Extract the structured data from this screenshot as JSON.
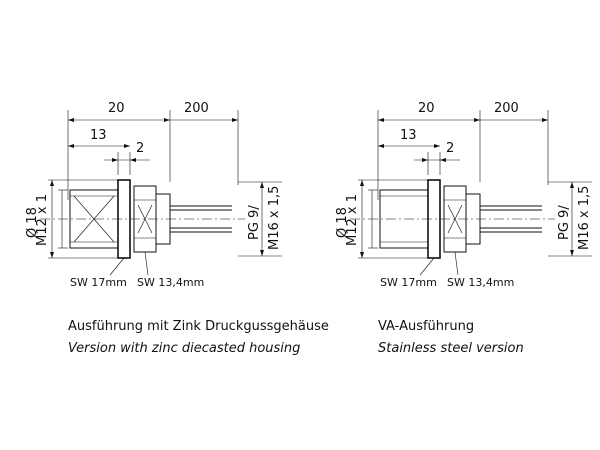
{
  "left": {
    "dims": {
      "overall": "20",
      "cable": "200",
      "front": "13",
      "flange": "2"
    },
    "left_dims": {
      "diameter": "Ø 18",
      "thread": "M12 x 1"
    },
    "right_dims": {
      "pg": "PG 9/",
      "m16": "M16 x 1,5"
    },
    "wrench": {
      "sw1": "SW 17mm",
      "sw2": "SW 13,4mm"
    },
    "caption_de": "Ausführung mit Zink Druckgussgehäuse",
    "caption_en": "Version with zinc diecasted housing"
  },
  "right": {
    "dims": {
      "overall": "20",
      "cable": "200",
      "front": "13",
      "flange": "2"
    },
    "left_dims": {
      "diameter": "Ø 18",
      "thread": "M12 x 1"
    },
    "right_dims": {
      "pg": "PG 9/",
      "m16": "M16 x 1,5"
    },
    "wrench": {
      "sw1": "SW 17mm",
      "sw2": "SW 13,4mm"
    },
    "caption_de": "VA-Ausführung",
    "caption_en": "Stainless steel version"
  }
}
